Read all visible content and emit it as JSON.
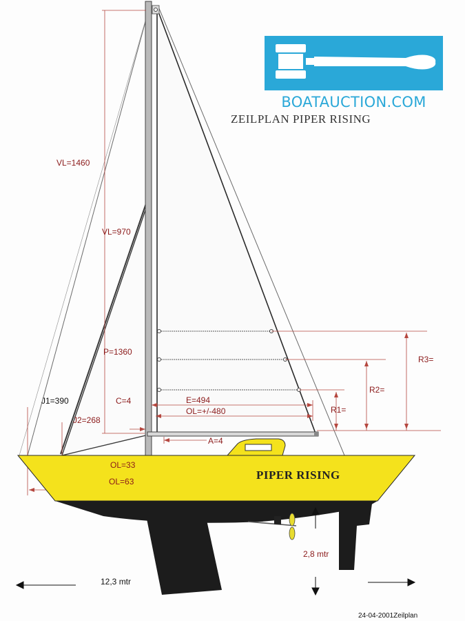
{
  "drawing": {
    "title": "ZEILPLAN PIPER RISING",
    "boat_name": "PIPER RISING",
    "footer": "24-04-2001Zeilplan"
  },
  "logo": {
    "brand": "BOATAUCTION.COM",
    "icon": "gavel-icon",
    "color": "#2aa8d8"
  },
  "colors": {
    "hull_top": "#f4e21c",
    "hull_bottom": "#1c1c1c",
    "keel": "#1c1c1c",
    "dimension_text": "#8b1a1a",
    "dimension_lines": "#b5473f"
  },
  "dimensions": {
    "vl_main": "VL=1460",
    "vl_fore": "VL=970",
    "p": "P=1360",
    "j1": "J1=390",
    "j2": "J2=268",
    "c": "C=4",
    "e": "E=494",
    "ol_boom": "OL=+/-480",
    "a": "A=4",
    "r1": "R1=",
    "r2": "R2=",
    "r3": "R3=",
    "ol_33": "OL=33",
    "ol_63": "OL=63",
    "length": "12,3 mtr",
    "draft": "2,8 mtr"
  }
}
